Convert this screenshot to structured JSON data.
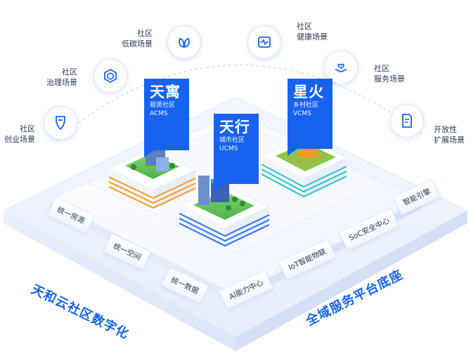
{
  "scenes": [
    {
      "line1": "社区",
      "line2": "创业场景",
      "icon": "shield-badge-icon"
    },
    {
      "line1": "社区",
      "line2": "治理场景",
      "icon": "hexagon-icon"
    },
    {
      "line1": "社区",
      "line2": "低碳场景",
      "icon": "leaf-icon"
    },
    {
      "line1": "社区",
      "line2": "健康场景",
      "icon": "heartbeat-icon"
    },
    {
      "line1": "社区",
      "line2": "服务场景",
      "icon": "hand-heart-icon"
    },
    {
      "line1": "开放性",
      "line2": "扩展场景",
      "icon": "document-edit-icon"
    }
  ],
  "products": [
    {
      "name": "天寓",
      "sub1": "租赁社区",
      "sub2": "ACMS"
    },
    {
      "name": "天行",
      "sub1": "城市社区",
      "sub2": "UCMS"
    },
    {
      "name": "星火",
      "sub1": "乡村社区",
      "sub2": "VCMS"
    }
  ],
  "modules": [
    "统一房源",
    "统一空间",
    "统一数据",
    "AI能力中心",
    "IoT智能物联",
    "SoC安全中心",
    "智能引擎"
  ],
  "left_title": "天和云社区数字化",
  "right_title": "全域服务平台底座",
  "colors": {
    "brand": "#1763f0",
    "orange": "#f59a23",
    "teal": "#2bc3c9",
    "blue_stripe": "#2f6df0"
  }
}
